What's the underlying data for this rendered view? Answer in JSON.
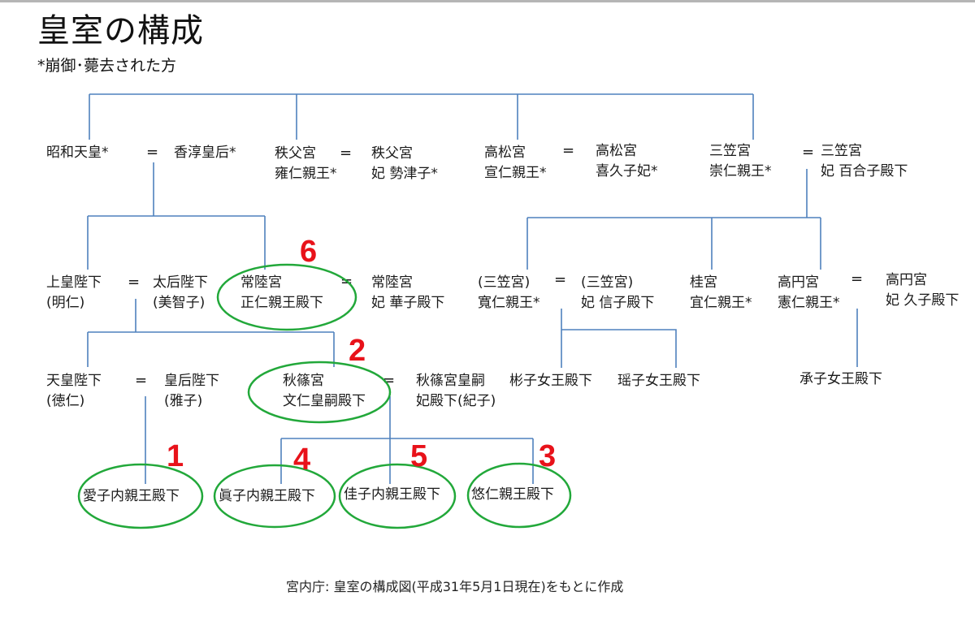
{
  "title": "皇室の構成",
  "subtitle": "*崩御･薨去された方",
  "footer": "宮内庁: 皇室の構成図(平成31年5月1日現在)をもとに作成",
  "colors": {
    "line": "#4f81bd",
    "oval": "#22a83a",
    "number": "#e8121a"
  },
  "people": {
    "showa": "昭和天皇*",
    "kojun": "香淳皇后*",
    "chichibu": "秩父宮\n雍仁親王*",
    "chichibu_wife": "秩父宮\n妃 勢津子*",
    "takamatsu": "高松宮\n宣仁親王*",
    "takamatsu_wife": "高松宮\n喜久子妃*",
    "mikasa": "三笠宮\n崇仁親王*",
    "mikasa_wife": "三笠宮\n妃 百合子殿下",
    "joko": "上皇陛下\n(明仁)",
    "taigo": "太后陛下\n(美智子)",
    "hitachi": "常陸宮\n正仁親王殿下",
    "hitachi_wife": "常陸宮\n妃 華子殿下",
    "tomohito": "(三笠宮)\n寬仁親王*",
    "tomohito_wife": "(三笠宮)\n妃 信子殿下",
    "katsura": "桂宮\n宜仁親王*",
    "takamado": "高円宮\n憲仁親王*",
    "takamado_wife": "高円宮\n妃 久子殿下",
    "tenno": "天皇陛下\n(徳仁)",
    "kogo": "皇后陛下\n(雅子)",
    "akishino": "秋篠宮\n文仁皇嗣殿下",
    "akishino_wife": "秋篠宮皇嗣\n妃殿下(紀子)",
    "akiko": "彬子女王殿下",
    "yoko": "瑶子女王殿下",
    "tsuguko": "承子女王殿下",
    "aiko": "愛子内親王殿下",
    "mako": "眞子内親王殿下",
    "kako": "佳子内親王殿下",
    "hisahito": "悠仁親王殿下"
  },
  "marriage_symbol": "=",
  "succession": {
    "aiko": "1",
    "akishino": "2",
    "hisahito": "3",
    "mako": "4",
    "kako": "5",
    "hitachi": "6"
  }
}
